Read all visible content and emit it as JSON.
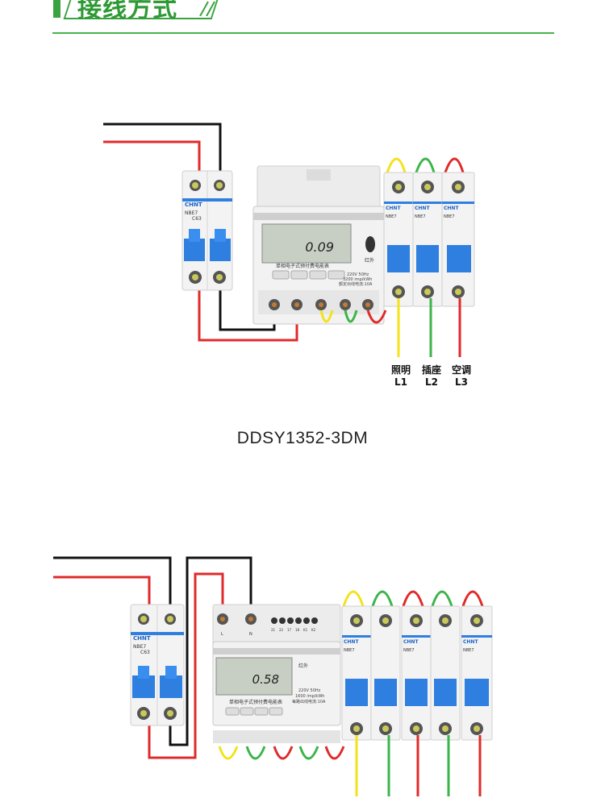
{
  "header": {
    "title": "接线方式",
    "accent_color": "#3aa33f"
  },
  "diagram1": {
    "breaker_brand": "CHNT",
    "breaker_model": "NBE7",
    "breaker_rating": "C63",
    "meter_display_value": "0.09",
    "meter_name": "单相电子式预付费电能表",
    "meter_infrared_label": "红外",
    "meter_spec_lines": [
      "220V 50Hz",
      "3200 imp/kWh",
      "额定出线电流:10A"
    ],
    "circuits": [
      {
        "name": "照明",
        "line": "L1",
        "wire_color": "#f4e21a"
      },
      {
        "name": "插座",
        "line": "L2",
        "wire_color": "#3bb54a"
      },
      {
        "name": "空调",
        "line": "L3",
        "wire_color": "#e02a2a"
      }
    ]
  },
  "model_label": "DDSY1352-3DM",
  "diagram2": {
    "breaker_brand": "CHNT",
    "breaker_model": "NBE7",
    "breaker_rating": "C63",
    "meter_display_value": "0.58",
    "meter_name": "单相电子式预付费电能表",
    "meter_infrared_label": "红外",
    "meter_spec_lines": [
      "220V 50Hz",
      "1600 imp/kWh",
      "每路出线电流:10A"
    ],
    "terminal_labels": [
      "L",
      "N"
    ],
    "out_terminal_labels": [
      "21",
      "22",
      "17",
      "18",
      "K1",
      "K2"
    ],
    "wire_colors": [
      "#f4e21a",
      "#3bb54a",
      "#e02a2a",
      "#3bb54a",
      "#e02a2a"
    ]
  },
  "colors": {
    "live_wire": "#e02a2a",
    "neutral_wire": "#111111",
    "breaker_handle": "#2f7fe0",
    "breaker_body": "#f3f3f3"
  }
}
